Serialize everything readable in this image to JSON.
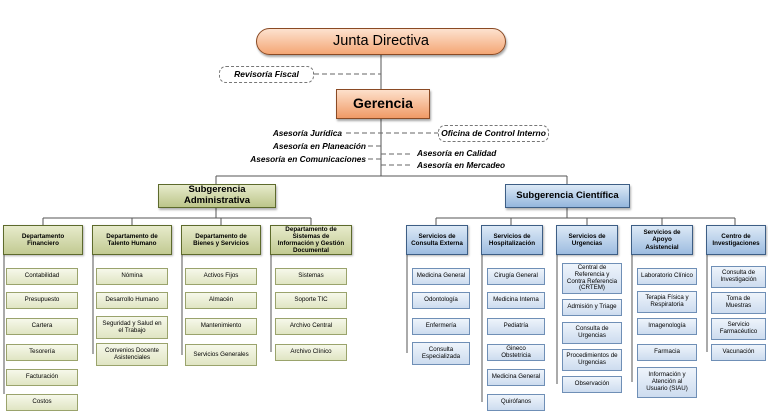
{
  "top": {
    "junta": "Junta Directiva",
    "revisoria": "Revisoría Fiscal",
    "gerencia": "Gerencia"
  },
  "asesorias": {
    "juridica": "Asesoría Jurídica",
    "planeacion": "Asesoría en Planeación",
    "comunicaciones": "Asesoría en Comunicaciones",
    "control_interno": "Oficina de Control Interno",
    "calidad": "Asesoría en Calidad",
    "mercadeo": "Asesoría en Mercadeo"
  },
  "subgerencias": {
    "administrativa": "Subgerencia Administrativa",
    "cientifica": "Subgerencia Científica"
  },
  "departamentos_admin": [
    {
      "title": "Departamento Financiero",
      "items": [
        "Contabilidad",
        "Presupuesto",
        "Cartera",
        "Tesorería",
        "Facturación",
        "Costos"
      ]
    },
    {
      "title": "Departamento de Talento Humano",
      "items": [
        "Nómina",
        "Desarrollo Humano",
        "Seguridad y Salud en el Trabajo",
        "Convenios Docente Asistenciales"
      ]
    },
    {
      "title": "Departamento de Bienes y Servicios",
      "items": [
        "Activos Fijos",
        "Almacén",
        "Mantenimiento",
        "Servicios Generales"
      ]
    },
    {
      "title": "Departamento de Sistemas de Información y Gestión Documental",
      "items": [
        "Sistemas",
        "Soporte TIC",
        "Archivo Central",
        "Archivo Clínico"
      ]
    }
  ],
  "departamentos_cient": [
    {
      "title": "Servicios de Consulta Externa",
      "items": [
        "Medicina General",
        "Odontología",
        "Enfermería",
        "Consulta Especializada"
      ]
    },
    {
      "title": "Servicios de Hospitalización",
      "items": [
        "Cirugía General",
        "Medicina Interna",
        "Pediatría",
        "Gineco Obstetricia",
        "Medicina General",
        "Quirófanos"
      ]
    },
    {
      "title": "Servicios de Urgencias",
      "items": [
        "Central de Referencia y Contra Referencia (CRTEM)",
        "Admisión y Triage",
        "Consulta de Urgencias",
        "Procedimientos de Urgencias",
        "Observación"
      ]
    },
    {
      "title": "Servicios de Apoyo Asistencial",
      "items": [
        "Laboratorio Clínico",
        "Terapia Física y Respiratoria",
        "Imagenología",
        "Farmacia",
        "Información y Atención al Usuario (SIAU)"
      ]
    },
    {
      "title": "Centro de Investigaciones",
      "items": [
        "Consulta de Investigación",
        "Toma de Muestras",
        "Servicio Farmacéutico",
        "Vacunación"
      ]
    }
  ]
}
